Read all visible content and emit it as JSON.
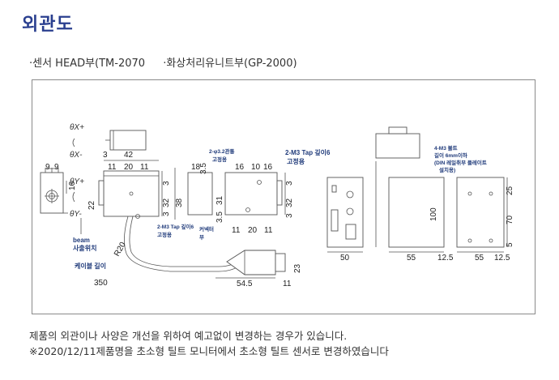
{
  "page": {
    "title": "외관도",
    "subheadings": [
      "·센서 HEAD부(TM-2070",
      "·화상처리유니트부(GP-2000)"
    ]
  },
  "drawing": {
    "labels": {
      "theta_x_plus": "θX+",
      "theta_x_minus": "θX-",
      "theta_y_plus": "θY+",
      "theta_y_minus": "θY-",
      "beam": "beam",
      "beam_sub": "사출위치",
      "cable": "케이블 길이",
      "r20": "R20",
      "cable_length": "350",
      "tap_left_1": "2-M3 Tap 깊이6",
      "tap_left_2": "고정용",
      "connector_1": "커넥터",
      "connector_2": "부",
      "phi_1": "2-φ3.2관통",
      "phi_2": "고정용",
      "tap_mid_1": "2-M3 Tap 깊이6",
      "tap_mid_2": "고정용",
      "bolt_1": "4-M3 볼트",
      "bolt_2": "길이 6mm이하",
      "bolt_3": "(DIN 레일취부 플레이트",
      "bolt_4": "설치용)"
    },
    "dims": {
      "d9a": "9",
      "d9b": "9",
      "d16a": "16",
      "d22": "22",
      "d3a": "3",
      "d42": "42",
      "d11a": "11",
      "d20a": "20",
      "d11b": "11",
      "d32a": "32",
      "d38": "38",
      "d3b": "3",
      "d3c": "3",
      "d18": "18",
      "d35a": "3.5",
      "d16b": "16",
      "d10": "10",
      "d16c": "16",
      "d31": "31",
      "d35b": "3.5",
      "d11c": "11",
      "d20b": "20",
      "d11d": "11",
      "d3d": "3",
      "d32b": "32",
      "d3e": "3",
      "d23": "23",
      "d545": "54.5",
      "d11e": "11",
      "d50": "50",
      "d55a": "55",
      "d100": "100",
      "d125a": "12.5",
      "d55b": "55",
      "d125b": "12.5",
      "d25": "25",
      "d70": "70",
      "d5": "5"
    }
  },
  "notes": [
    "제품의 외관이나 사양은 개선을 위하여 예고없이 변경하는 경우가  있습니다.",
    "※2020/12/11제품명을 초소형 틸트 모니터에서 초소형 틸트 센서로 변경하였습니다"
  ]
}
